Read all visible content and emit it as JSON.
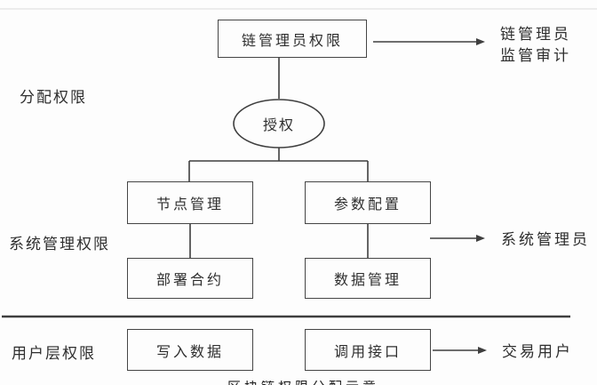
{
  "diagram": {
    "colors": {
      "line": "#3f3f3f",
      "text": "#2e2e2e",
      "background": "#fdfdfd"
    },
    "nodes": {
      "chain_admin_permission": "链管理员权限",
      "authorize": "授权",
      "node_management": "节点管理",
      "parameter_config": "参数配置",
      "deploy_contract": "部署合约",
      "data_management": "数据管理",
      "write_data": "写入数据",
      "call_interface": "调用接口"
    },
    "side_labels": {
      "assign_permission": "分配权限",
      "system_management_permission": "系统管理权限",
      "user_layer_permission": "用户层权限"
    },
    "annotations": {
      "chain_admin_audit": "链管理员\n监管审计",
      "system_admin": "系统管理员",
      "transaction_user": "交易用户"
    },
    "caption_fragment": "区块链权限分配示意"
  }
}
